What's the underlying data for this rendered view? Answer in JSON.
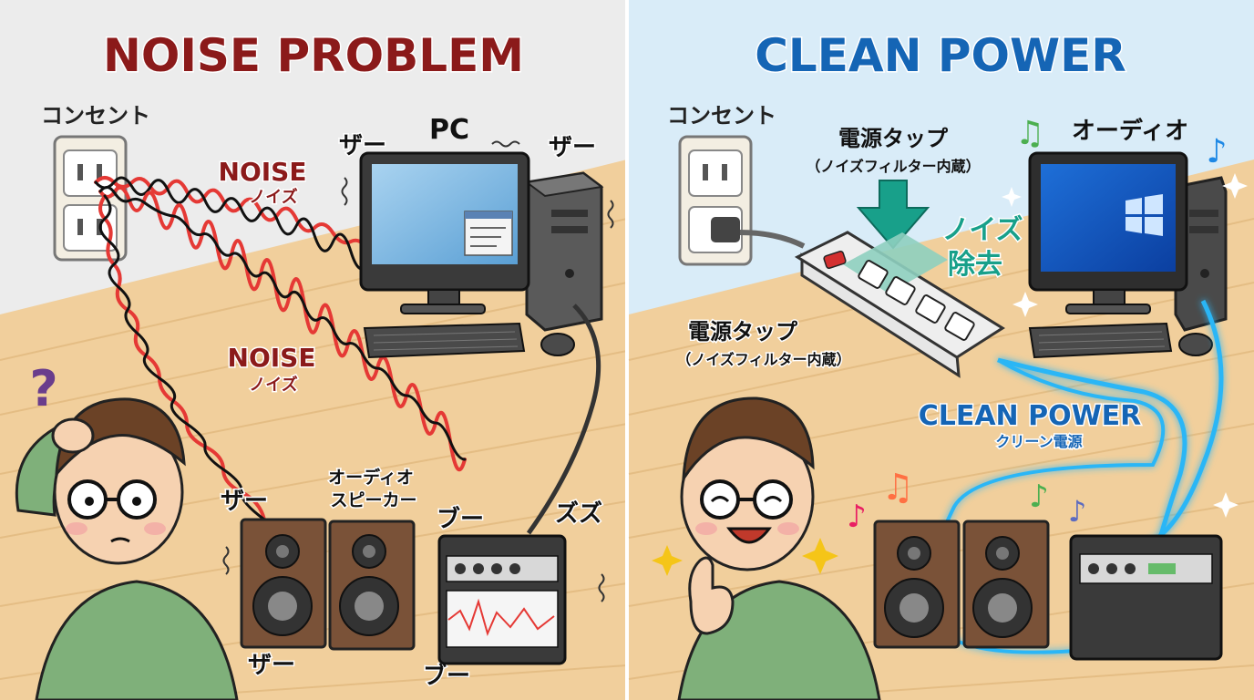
{
  "left": {
    "title": "NOISE PROBLEM",
    "outlet_label": "コンセント",
    "pc_label": "PC",
    "noise_1": {
      "en": "NOISE",
      "jp": "ノイズ"
    },
    "noise_2": {
      "en": "NOISE",
      "jp": "ノイズ"
    },
    "speaker_label_1": "オーディオ",
    "speaker_label_2": "スピーカー",
    "sfx": {
      "zaa_pc_left": "ザー",
      "zaa_pc_right": "ザー",
      "zaa_speaker_top": "ザー",
      "zaa_speaker_bottom": "ザー",
      "buu_top": "ブー",
      "buu_bottom": "ブー",
      "zuzu": "ズズ"
    },
    "question_mark": "?"
  },
  "right": {
    "title": "CLEAN POWER",
    "outlet_label": "コンセント",
    "tap_label_top": "電源タップ",
    "tap_sub_top": "（ノイズフィルター内蔵）",
    "tap_label_bottom": "電源タップ",
    "tap_sub_bottom": "（ノイズフィルター内蔵）",
    "audio_label": "オーディオ",
    "noise_removal_1": "ノイズ",
    "noise_removal_2": "除去",
    "clean_power_en": "CLEAN POWER",
    "clean_power_jp": "クリーン電源"
  },
  "colors": {
    "left_title": "#8b1a1a",
    "right_title": "#1565b5",
    "noise_red": "#e53935",
    "clean_blue": "#29b6f6",
    "teal": "#18a08a",
    "floor": "#f1cf9c",
    "left_wall": "#ececec",
    "right_wall": "#d9ecf8"
  }
}
